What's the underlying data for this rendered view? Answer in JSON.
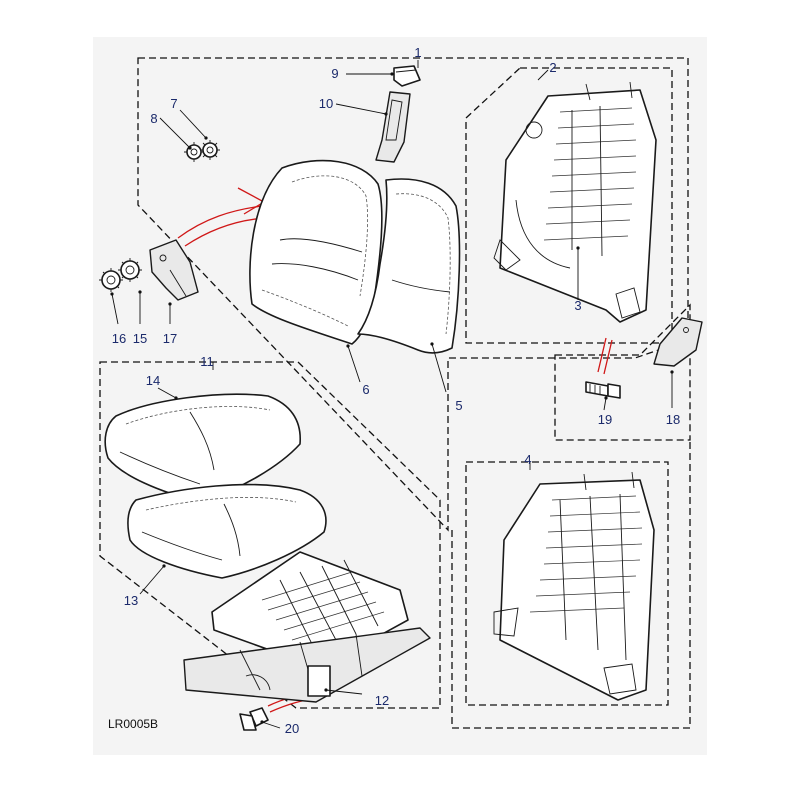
{
  "diagram": {
    "drawing_code": "LR0005B",
    "callouts": [
      {
        "id": "c1",
        "label": "1"
      },
      {
        "id": "c2",
        "label": "2"
      },
      {
        "id": "c3",
        "label": "3"
      },
      {
        "id": "c4",
        "label": "4"
      },
      {
        "id": "c5",
        "label": "5"
      },
      {
        "id": "c6",
        "label": "6"
      },
      {
        "id": "c7",
        "label": "7"
      },
      {
        "id": "c8",
        "label": "8"
      },
      {
        "id": "c9",
        "label": "9"
      },
      {
        "id": "c10",
        "label": "10"
      },
      {
        "id": "c11",
        "label": "11"
      },
      {
        "id": "c12",
        "label": "12"
      },
      {
        "id": "c13",
        "label": "13"
      },
      {
        "id": "c14",
        "label": "14"
      },
      {
        "id": "c15",
        "label": "15"
      },
      {
        "id": "c16",
        "label": "16"
      },
      {
        "id": "c17",
        "label": "17"
      },
      {
        "id": "c18",
        "label": "18"
      },
      {
        "id": "c19",
        "label": "19"
      },
      {
        "id": "c20",
        "label": "20"
      }
    ],
    "colors": {
      "callout_text": "#1b2a6b",
      "assembly_arrow": "#d01818",
      "line": "#1a1a1a",
      "panel_background": "#f4f4f4"
    }
  }
}
